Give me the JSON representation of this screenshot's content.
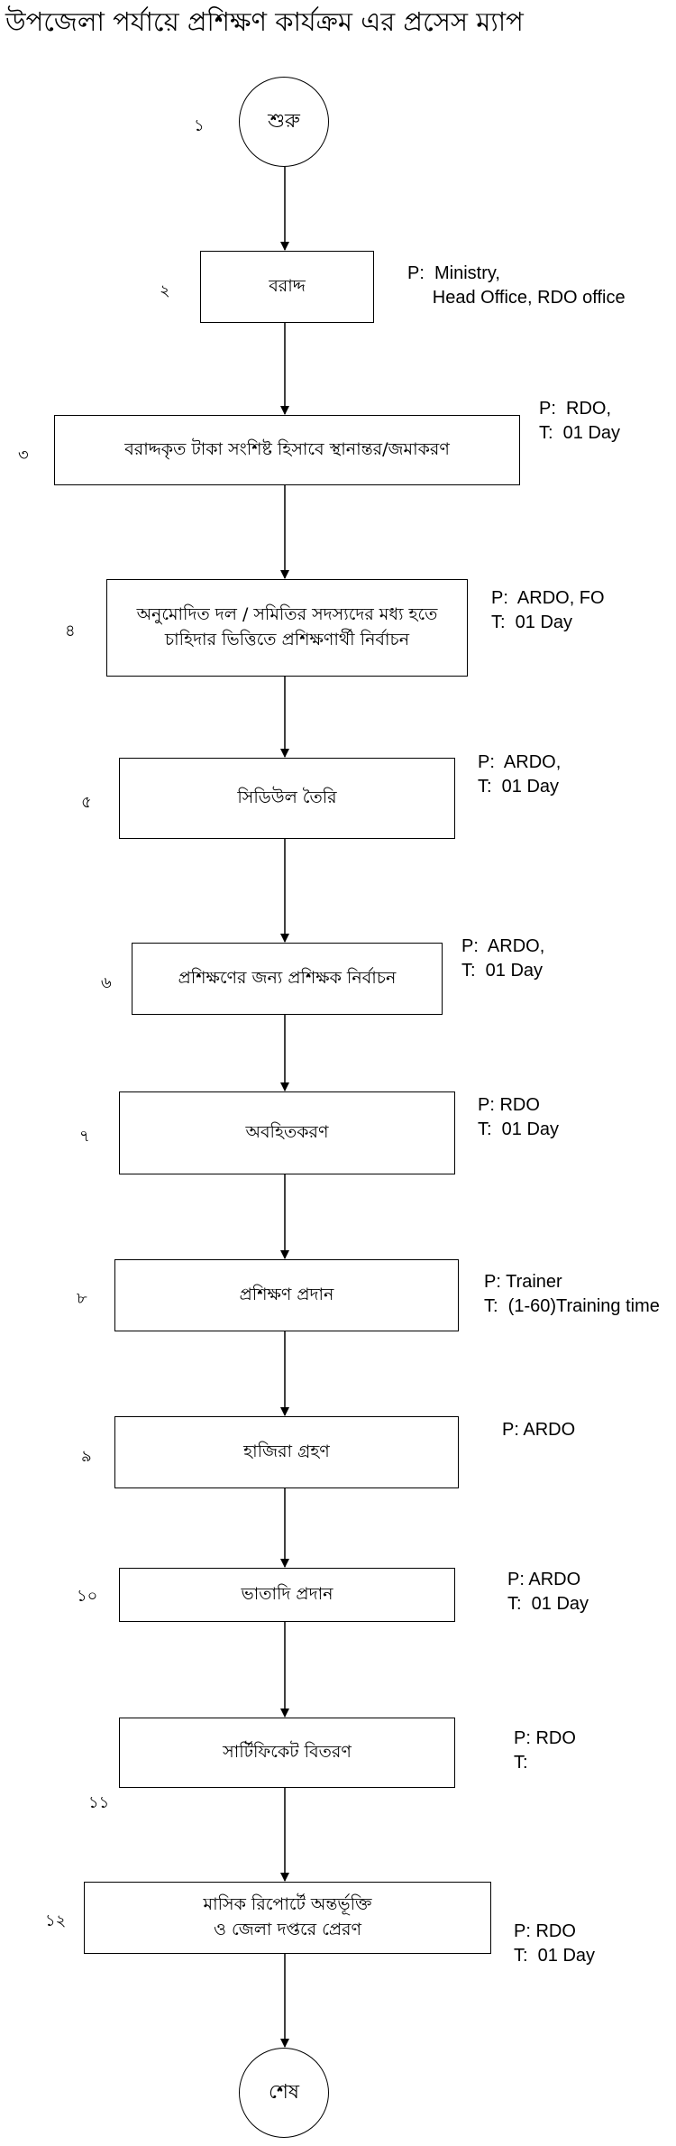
{
  "title": "উপজেলা পর্যায়ে প্রশিক্ষণ কার্যক্রম এর প্রসেস ম্যাপ",
  "steps": [
    {
      "num": "১",
      "label": [
        "শুরু"
      ]
    },
    {
      "num": "২",
      "label": [
        "বরাদ্দ"
      ],
      "info": [
        "P:  Ministry,",
        "     Head Office, RDO office"
      ]
    },
    {
      "num": "৩",
      "label": [
        "বরাদ্দকৃত টাকা সংশিষ্ট হিসাবে স্থানান্তর/জমাকরণ"
      ],
      "info": [
        "P:  RDO,",
        "T:  01 Day"
      ]
    },
    {
      "num": "৪",
      "label": [
        "অনুমোদিত দল / সমিতির সদস্যদের মধ্য হতে",
        "চাহিদার ভিত্তিতে প্রশিক্ষণার্থী নির্বাচন"
      ],
      "info": [
        "P:  ARDO, FO",
        "T:  01 Day"
      ]
    },
    {
      "num": "৫",
      "label": [
        "সিডিউল তৈরি"
      ],
      "info": [
        "P:  ARDO,",
        "T:  01 Day"
      ]
    },
    {
      "num": "৬",
      "label": [
        "প্রশিক্ষণের জন্য প্রশিক্ষক নির্বাচন"
      ],
      "info": [
        "P:  ARDO,",
        "T:  01 Day"
      ]
    },
    {
      "num": "৭",
      "label": [
        "অবহিতকরণ"
      ],
      "info": [
        "P: RDO",
        "T:  01 Day"
      ]
    },
    {
      "num": "৮",
      "label": [
        "প্রশিক্ষণ প্রদান"
      ],
      "info": [
        "P: Trainer",
        "T:  (1-60)Training time"
      ]
    },
    {
      "num": "৯",
      "label": [
        "হাজিরা গ্রহণ"
      ],
      "info": [
        "P: ARDO"
      ]
    },
    {
      "num": "১০",
      "label": [
        "ভাতাদি প্রদান"
      ],
      "info": [
        "P: ARDO",
        "T:  01 Day"
      ]
    },
    {
      "num": "১১",
      "label": [
        "সার্টিফিকেট বিতরণ"
      ],
      "info": [
        "P: RDO",
        "T:"
      ]
    },
    {
      "num": "১২",
      "label": [
        "মাসিক রিপোর্টে অন্তর্ভূক্তি",
        "ও জেলা দপ্তরে প্রেরণ"
      ],
      "info": [
        "P: RDO",
        "T:  01 Day"
      ]
    },
    {
      "label": [
        "শেষ"
      ]
    }
  ]
}
